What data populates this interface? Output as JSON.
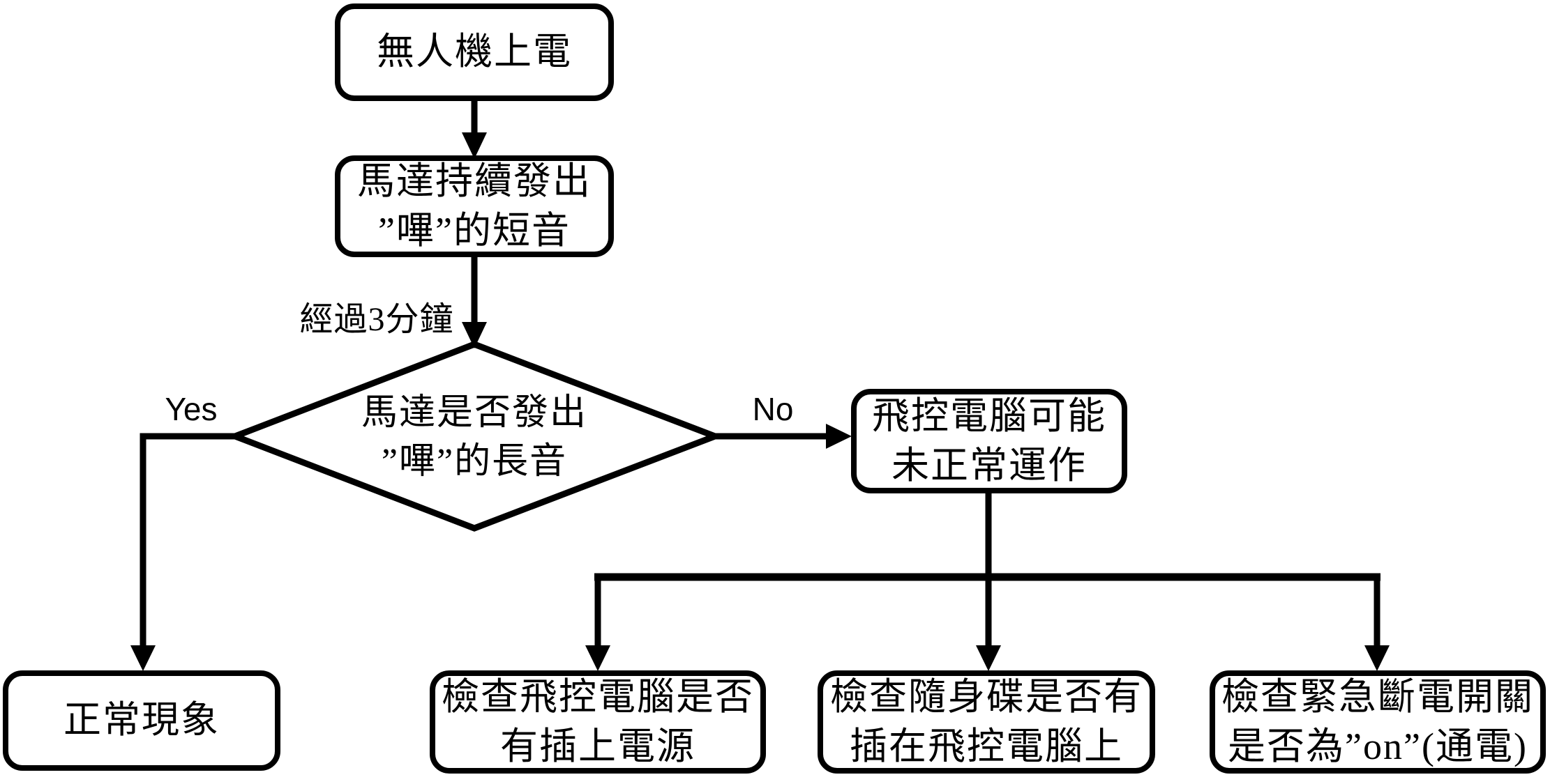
{
  "colors": {
    "background": "#ffffff",
    "line": "#000000",
    "text": "#000000"
  },
  "nodes": {
    "power_on": {
      "label": "無人機上電"
    },
    "short_beep": {
      "label": "馬達持續發出\n”嗶”的短音"
    },
    "decision": {
      "label": "馬達是否發出\n”嗶”的長音"
    },
    "normal": {
      "label": "正常現象"
    },
    "fc_abnormal": {
      "label": "飛控電腦可能\n未正常運作"
    },
    "check_power": {
      "label": "檢查飛控電腦是否\n有插上電源"
    },
    "check_usb": {
      "label": "檢查隨身碟是否有\n插在飛控電腦上"
    },
    "check_switch": {
      "label": "檢查緊急斷電開關\n是否為”on”(通電)"
    }
  },
  "edge_labels": {
    "yes": "Yes",
    "no": "No",
    "elapsed": "經過3分鐘"
  }
}
